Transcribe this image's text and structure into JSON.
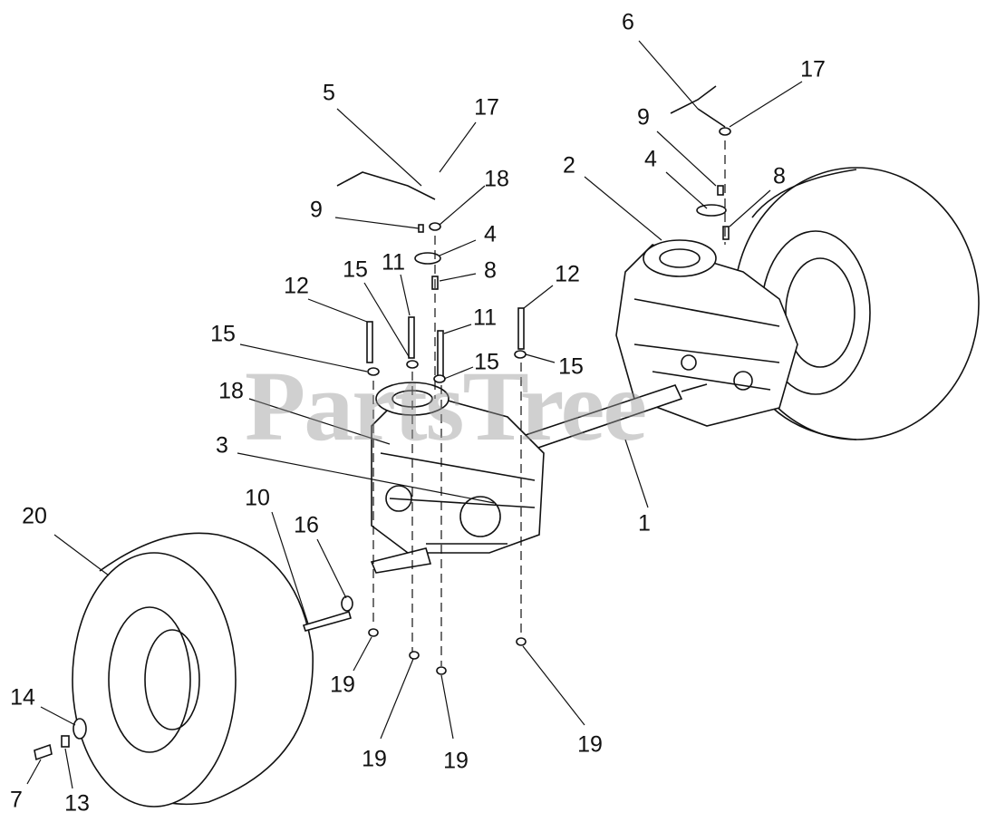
{
  "watermark": "PartsTree",
  "callouts": [
    "6",
    "17",
    "9",
    "4",
    "2",
    "8",
    "5",
    "17",
    "18",
    "9",
    "4",
    "8",
    "11",
    "15",
    "12",
    "12",
    "11",
    "15",
    "15",
    "15",
    "18",
    "3",
    "1",
    "20",
    "10",
    "16",
    "19",
    "19",
    "19",
    "19",
    "14",
    "7",
    "13"
  ]
}
